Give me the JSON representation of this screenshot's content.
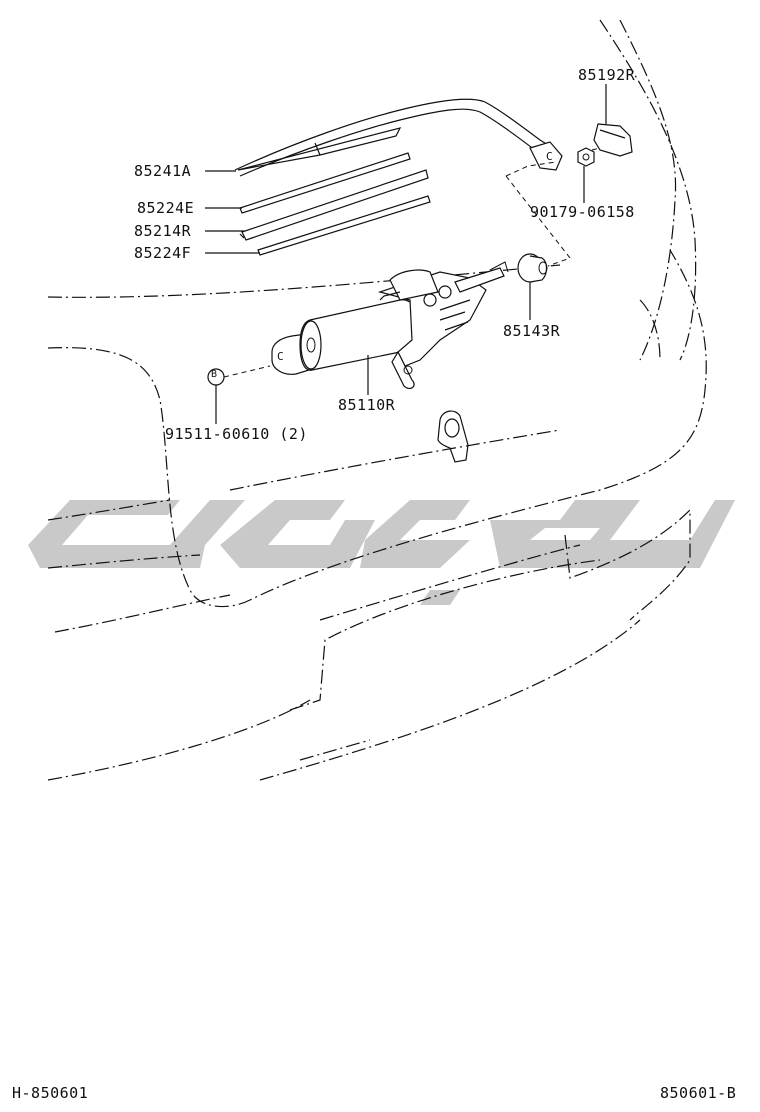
{
  "labels": {
    "p85192R": "85192R",
    "p85241A": "85241A",
    "p85224E": "85224E",
    "p85214R": "85214R",
    "p85224F": "85224F",
    "p90179": "90179-06158",
    "p85143R": "85143R",
    "p85110R": "85110R",
    "p91511": "91511-60610 (2)"
  },
  "markers": {
    "b": "B",
    "c1": "C",
    "c2": "C"
  },
  "footer": {
    "left": "H-850601",
    "right": "850601-B"
  },
  "watermark_color": "#c8c8c8"
}
